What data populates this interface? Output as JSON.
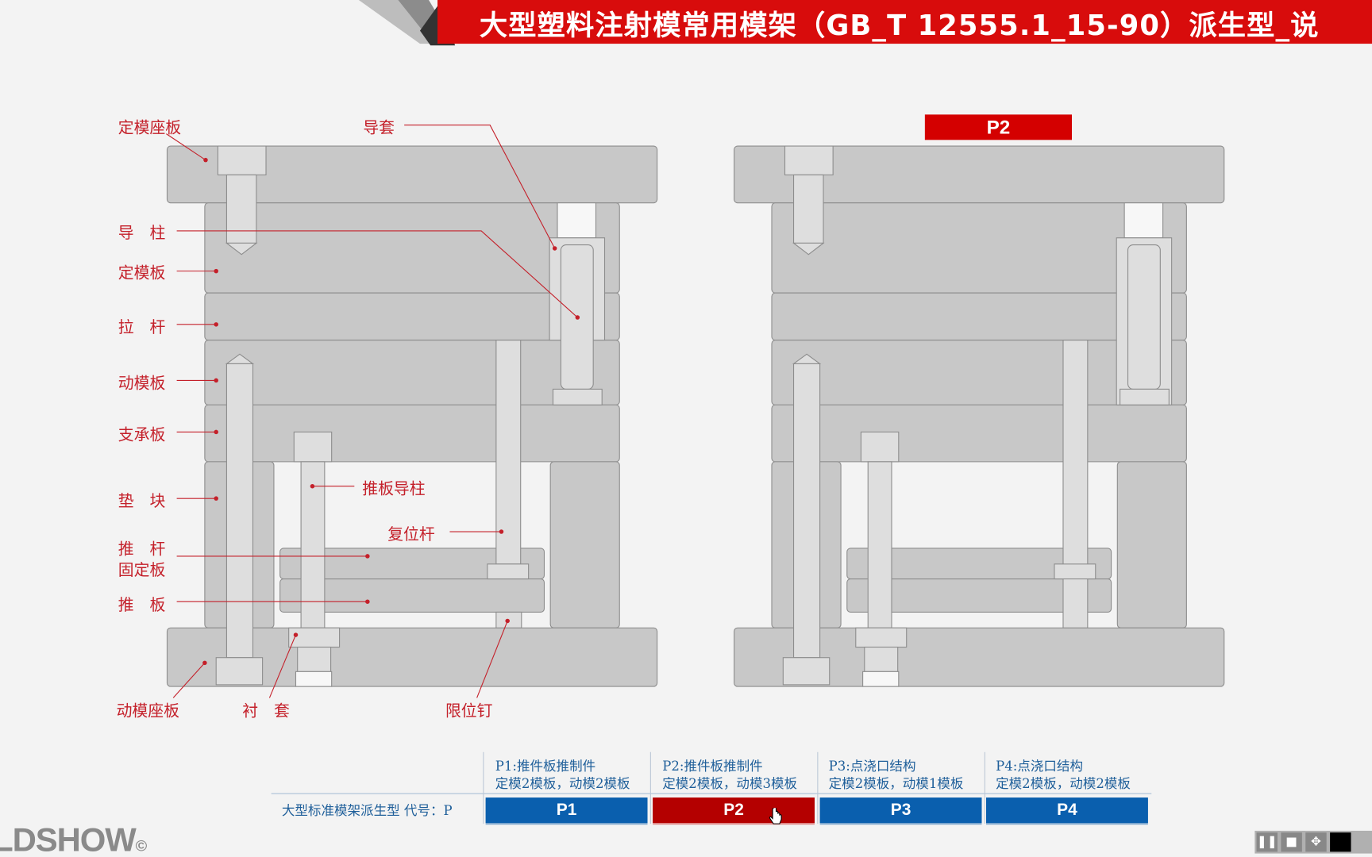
{
  "header": {
    "title": "大型塑料注射模常用模架（GB_T 12555.1_15-90）派生型_说"
  },
  "diagram": {
    "labels": {
      "top_clamp_plate": "定模座板",
      "guide_bush": "导套",
      "guide_pillar": "导　柱",
      "cavity_plate": "定模板",
      "tie_rod": "拉　杆",
      "core_plate": "动模板",
      "support_plate": "支承板",
      "spacer_block": "垫　块",
      "ejector_guide_pillar": "推板导柱",
      "return_pin": "复位杆",
      "ejector_retainer_line1": "推　杆",
      "ejector_retainer_line2": "固定板",
      "ejector_plate": "推　板",
      "bottom_clamp_plate": "动模座板",
      "bushing": "衬　套",
      "stop_pin": "限位钉"
    },
    "selected_type": "P2"
  },
  "selector": {
    "row_label": "大型标准模架派生型 代号：P",
    "options": [
      {
        "code": "P1",
        "line1": "P1:推件板推制件",
        "line2": "定模2模板，动模2模板"
      },
      {
        "code": "P2",
        "line1": "P2:推件板推制件",
        "line2": "定模2模板，动模3模板"
      },
      {
        "code": "P3",
        "line1": "P3:点浇口结构",
        "line2": "定模2模板，动模1模板"
      },
      {
        "code": "P4",
        "line1": "P4:点浇口结构",
        "line2": "定模2模板，动模2模板"
      }
    ],
    "selected": "P2"
  },
  "logo": {
    "text": "LDSHOW",
    "mark": "©"
  },
  "colors": {
    "accent_red": "#d80c0c",
    "button_blue": "#0a5fae",
    "button_selected": "#b40000",
    "label_red": "#c4202a"
  }
}
